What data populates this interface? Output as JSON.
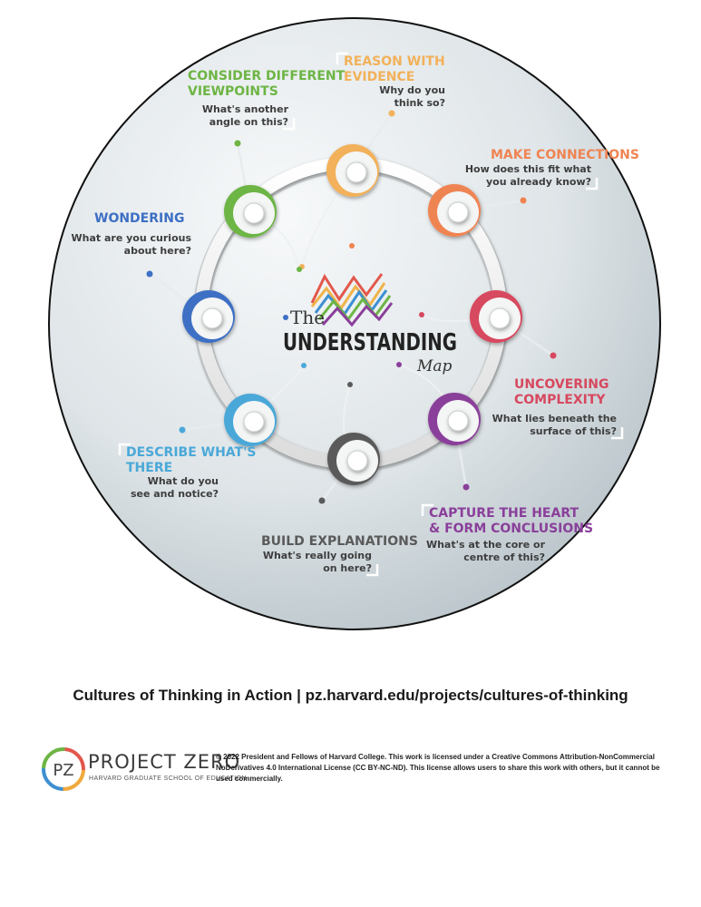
{
  "diagram": {
    "title_the": "The",
    "title_main": "UNDERSTANDING",
    "title_map": "Map",
    "stages": [
      {
        "id": "reason",
        "title": [
          "REASON WITH",
          "EVIDENCE"
        ],
        "question": [
          "Why do you",
          "think so?"
        ],
        "color": "#f2b15a"
      },
      {
        "id": "connections",
        "title": [
          "MAKE CONNECTIONS"
        ],
        "question": [
          "How does this fit what",
          "you already know?"
        ],
        "color": "#ef8452"
      },
      {
        "id": "complexity",
        "title": [
          "UNCOVERING",
          "COMPLEXITY"
        ],
        "question": [
          "What lies beneath the",
          "surface of this?"
        ],
        "color": "#d7485e"
      },
      {
        "id": "heart",
        "title": [
          "CAPTURE THE HEART",
          "& FORM CONCLUSIONS"
        ],
        "question": [
          "What's at the core or",
          "centre of this?"
        ],
        "color": "#8a3f9a"
      },
      {
        "id": "explanations",
        "title": [
          "BUILD EXPLANATIONS"
        ],
        "question": [
          "What's really going",
          "on here?"
        ],
        "color": "#5a5a5a"
      },
      {
        "id": "describe",
        "title": [
          "DESCRIBE WHAT'S",
          "THERE"
        ],
        "question": [
          "What do you",
          "see and notice?"
        ],
        "color": "#4aa8d8"
      },
      {
        "id": "wondering",
        "title": [
          "WONDERING"
        ],
        "question": [
          "What are you curious",
          "about here?"
        ],
        "color": "#3d6fc4"
      },
      {
        "id": "viewpoints",
        "title": [
          "CONSIDER DIFFERENT",
          "VIEWPOINTS"
        ],
        "question": [
          "What's another",
          "angle on this?"
        ],
        "color": "#6db544"
      }
    ]
  },
  "footer": {
    "tagline": "Cultures  of Thinking in Action  |  pz.harvard.edu/projects/cultures-of-thinking",
    "logo_letters": "PZ",
    "org_name": "PROJECT ZERO",
    "org_sub": "HARVARD GRADUATE SCHOOL OF EDUCATION",
    "license": "© 2022 President and Fellows of Harvard College. This work is licensed under a Creative Commons Attribution-NonCommercial NoDerivatives 4.0 International License (CC BY-NC-ND). This license allows users to share this work with others, but it cannot be used commercially."
  }
}
